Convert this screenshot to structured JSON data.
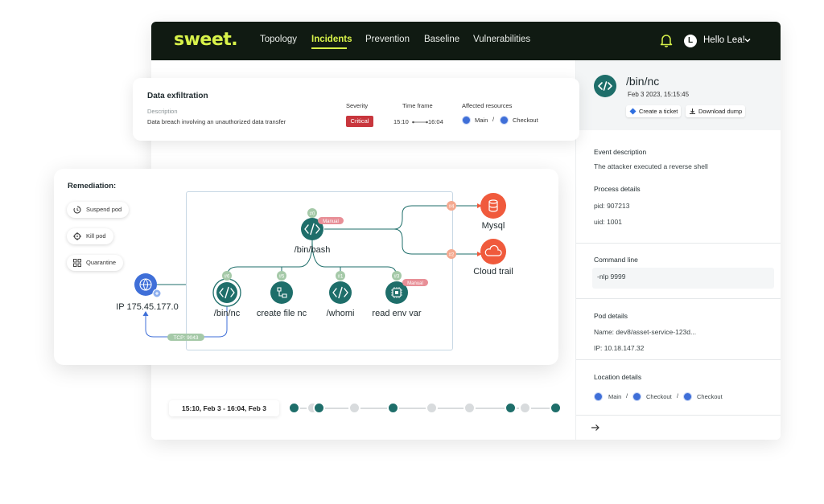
{
  "app": {
    "logo": "sweet."
  },
  "nav": {
    "items": [
      {
        "label": "Topology"
      },
      {
        "label": "Incidents",
        "active": true
      },
      {
        "label": "Prevention"
      },
      {
        "label": "Baseline"
      },
      {
        "label": "Vulnerabilities"
      }
    ],
    "avatar_letter": "L",
    "greeting": "Hello Lea!"
  },
  "incident": {
    "title": "Data exfiltration",
    "description_label": "Description",
    "description": "Data breach involving an unauthorized data transfer",
    "severity_label": "Severity",
    "severity": "Critical",
    "timeframe_label": "Time frame",
    "time_start": "15:10",
    "time_end": "16:04",
    "resources_label": "Affected resources",
    "resources": [
      "Main",
      "Checkout"
    ],
    "separator": "/"
  },
  "remediation": {
    "title": "Remediation:",
    "actions": [
      "Suspend pod",
      "Kill pod",
      "Quarantine"
    ]
  },
  "graph": {
    "nodes": {
      "bash": {
        "label": "/bin/bash",
        "badge": "#0",
        "tag": "Manual"
      },
      "mysql": {
        "label": "Mysql",
        "badge": "#4"
      },
      "cloudtrail": {
        "label": "Cloud trail",
        "badge": "#2"
      },
      "ip": {
        "label": "IP 175.45.177.0"
      },
      "nc": {
        "label": "/bin/nc",
        "badge": "#6"
      },
      "createfile": {
        "label": "create file nc",
        "badge": "#5"
      },
      "whoami": {
        "label": "/whomi",
        "badge": "#1"
      },
      "envvar": {
        "label": "read env var",
        "badge": "#3",
        "tag": "Manual"
      }
    },
    "connection_label": "TCP: 9043"
  },
  "timeline": {
    "range": "15:10, Feb 3 - 16:04, Feb 3",
    "dots": [
      true,
      false,
      true,
      false,
      true,
      false,
      false,
      true,
      false,
      true
    ]
  },
  "panel": {
    "title": "/bin/nc",
    "date": "Feb 3 2023, 15:15:45",
    "create_ticket": "Create a ticket",
    "download_dump": "Download dump",
    "event_title": "Event description",
    "event_text": "The attacker executed a reverse shell",
    "process_title": "Process details",
    "pid": "pid: 907213",
    "uid": "uid: 1001",
    "command_title": "Command line",
    "command": "-nlp 9999",
    "pod_title": "Pod details",
    "pod_name": "Name: dev8/asset-service-123d...",
    "pod_ip": "IP: 10.18.147.32",
    "location_title": "Location details",
    "locations": [
      "Main",
      "Checkout",
      "Checkout"
    ],
    "separator": "/"
  },
  "colors": {
    "topbar": "#101a12",
    "accent": "#d8f24a",
    "teal": "#1e6e6a",
    "orange": "#f05a3c",
    "critical": "#c8363d",
    "globe": "#3f6fd8"
  }
}
